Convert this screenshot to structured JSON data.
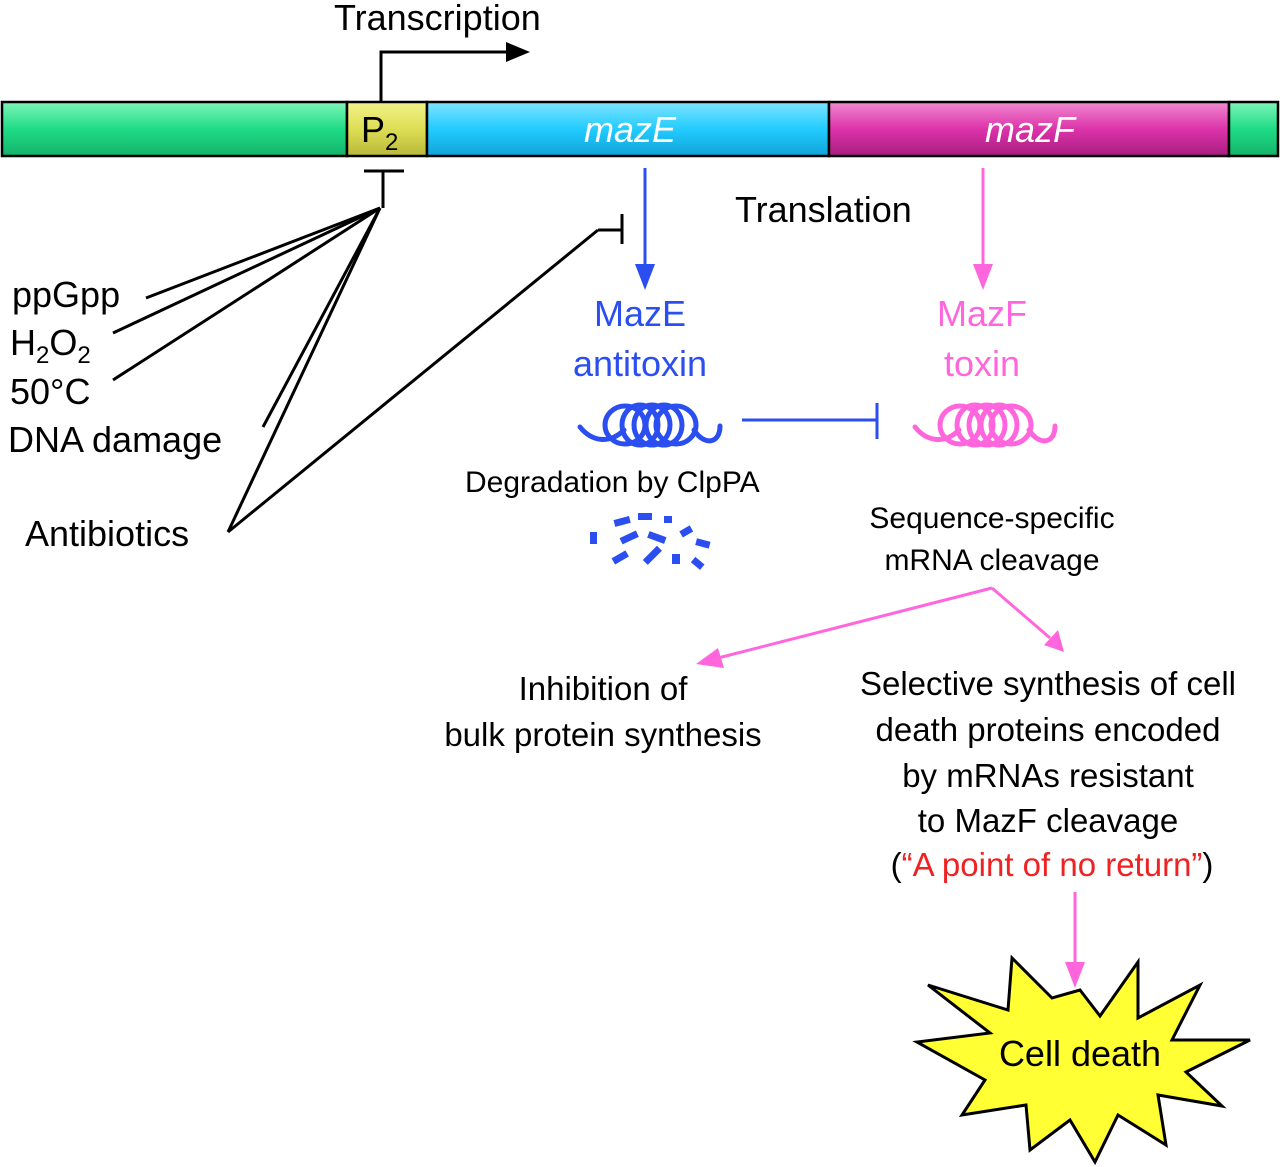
{
  "gene_bar": {
    "promoter": {
      "label": "P",
      "subscript": "2"
    },
    "genes": [
      "mazE",
      "mazF"
    ]
  },
  "transcription_label": "Transcription",
  "translation_label": "Translation",
  "stresses": {
    "ppgpp": "ppGpp",
    "h2o2": {
      "p1": "H",
      "s1": "2",
      "p2": "O",
      "s2": "2"
    },
    "heat": "50°C",
    "dna_damage": "DNA damage",
    "antibiotics": "Antibiotics"
  },
  "antitoxin": {
    "line1": "MazE",
    "line2": "antitoxin"
  },
  "toxin": {
    "line1": "MazF",
    "line2": "toxin"
  },
  "degradation_label": "Degradation by ClpPA",
  "cleavage_label": {
    "line1": "Sequence-specific",
    "line2": "mRNA cleavage"
  },
  "inhibition_label": {
    "line1": "Inhibition of",
    "line2": "bulk protein synthesis"
  },
  "selective_label": {
    "line1": "Selective synthesis of cell",
    "line2": "death proteins encoded",
    "line3": "by mRNAs resistant",
    "line4": "to MazF cleavage",
    "open": "(",
    "quote": "“A point of no return”",
    "close": ")"
  },
  "cell_death_label": "Cell death",
  "colors": {
    "flank": "#22dd88",
    "promoter": "#dddd55",
    "mazE_gene": "#22ccff",
    "mazF_gene": "#dd33aa",
    "antitoxin": "#2a4ef0",
    "toxin": "#ff66dd",
    "quote": "#ee2222",
    "star": "#ffff33"
  }
}
